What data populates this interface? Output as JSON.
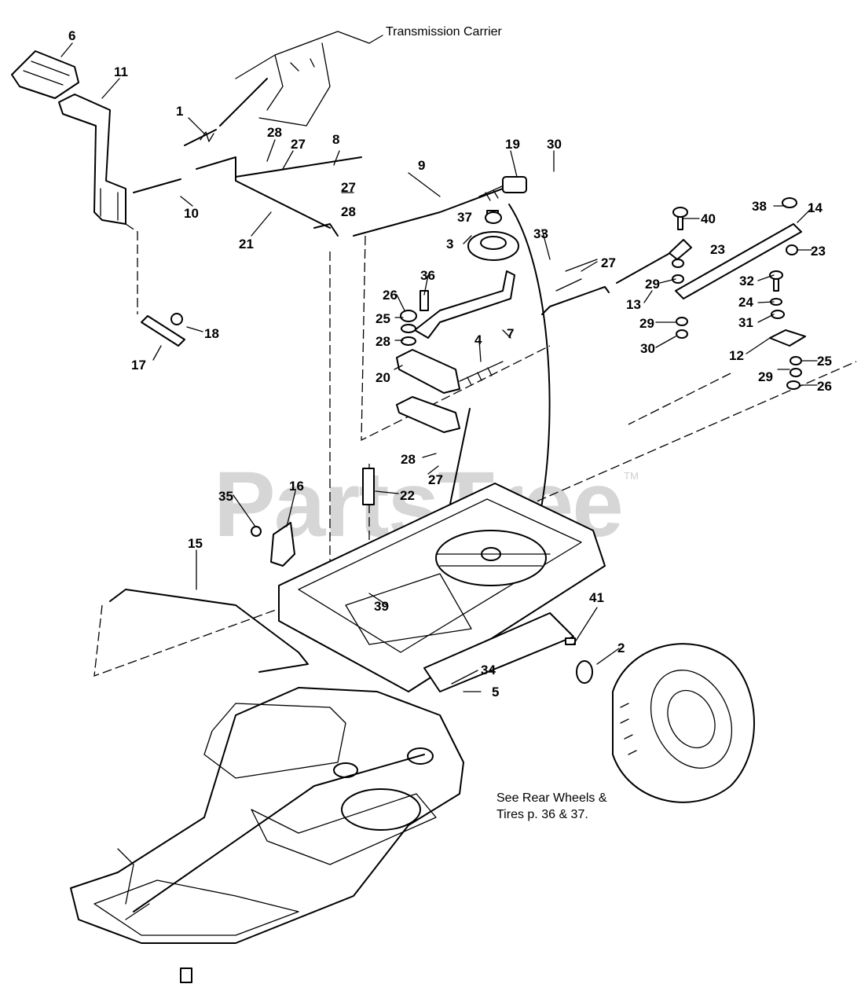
{
  "captions": {
    "transmission_carrier": "Transmission Carrier",
    "rear_wheels_line1": "See Rear Wheels &",
    "rear_wheels_line2": "Tires p. 36 & 37."
  },
  "watermark": {
    "text": "PartsTree",
    "mark": "TM"
  },
  "callouts": [
    "6",
    "11",
    "1",
    "28",
    "27",
    "8",
    "19",
    "30",
    "9",
    "10",
    "21",
    "27",
    "28",
    "37",
    "3",
    "33",
    "27",
    "40",
    "38",
    "14",
    "23",
    "23",
    "29",
    "32",
    "24",
    "13",
    "29",
    "31",
    "30",
    "12",
    "25",
    "29",
    "26",
    "36",
    "26",
    "25",
    "7",
    "28",
    "4",
    "20",
    "18",
    "17",
    "28",
    "27",
    "22",
    "35",
    "16",
    "15",
    "39",
    "41",
    "2",
    "34",
    "5"
  ]
}
